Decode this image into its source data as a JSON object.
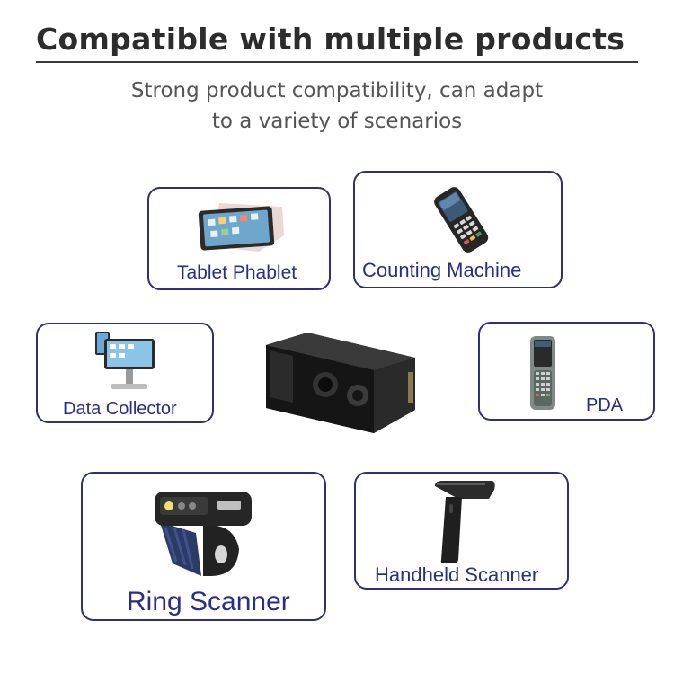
{
  "header": {
    "title": "Compatible with multiple products",
    "subtitle_line1": "Strong product compatibility, can adapt",
    "subtitle_line2": "to a variety of scenarios"
  },
  "products": {
    "tablet": {
      "label": "Tablet Phablet",
      "icon": "tablet-icon"
    },
    "counting": {
      "label": "Counting Machine",
      "icon": "pos-terminal-icon"
    },
    "collector": {
      "label": "Data Collector",
      "icon": "pos-monitor-icon"
    },
    "pda": {
      "label": "PDA",
      "icon": "pda-icon"
    },
    "ring": {
      "label": "Ring Scanner",
      "icon": "ring-scanner-icon"
    },
    "handheld": {
      "label": "Handheld Scanner",
      "icon": "handheld-scanner-icon"
    }
  },
  "center_device": {
    "icon": "scan-engine-module-icon"
  },
  "colors": {
    "border": "#2e2e7a",
    "label": "#2a2f86",
    "title": "#2c2c2c",
    "subtitle": "#555555"
  }
}
